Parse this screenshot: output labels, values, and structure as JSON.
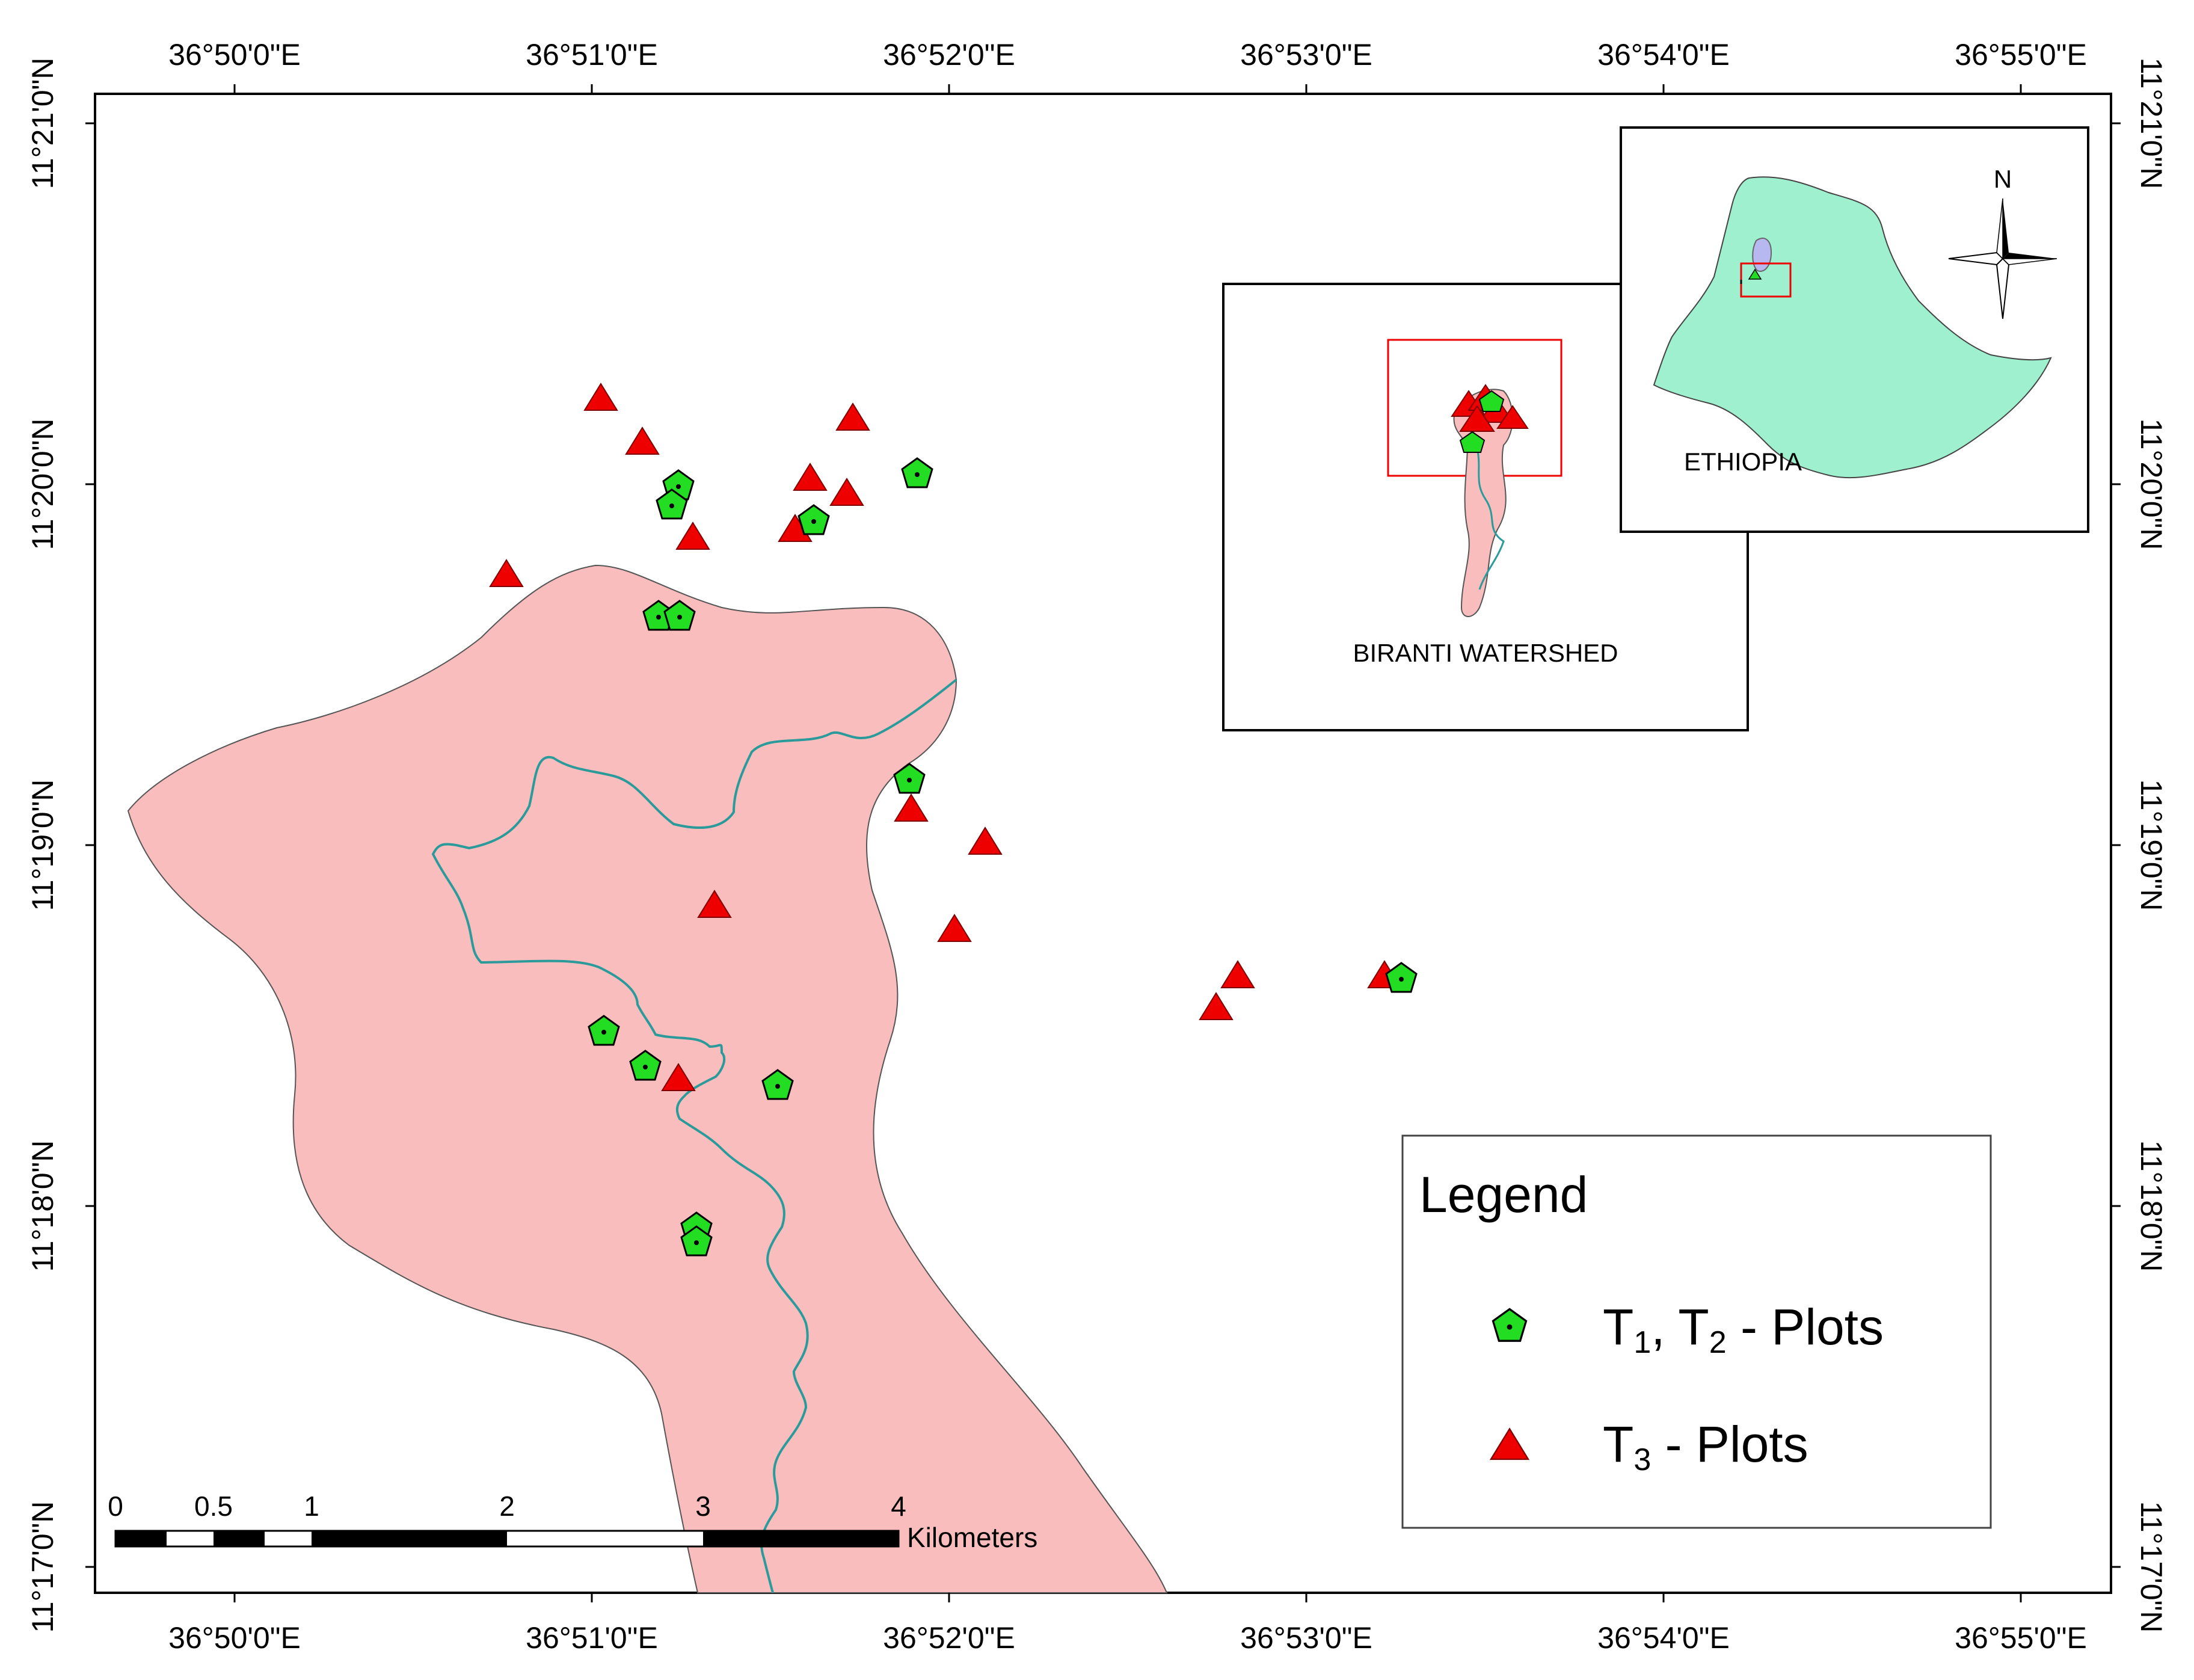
{
  "map": {
    "top_lon_labels": [
      "36°50'0\"E",
      "36°51'0\"E",
      "36°52'0\"E",
      "36°53'0\"E",
      "36°54'0\"E",
      "36°55'0\"E"
    ],
    "bottom_lon_labels": [
      "36°50'0\"E",
      "36°51'0\"E",
      "36°52'0\"E",
      "36°53'0\"E",
      "36°54'0\"E",
      "36°55'0\"E"
    ],
    "left_lat_labels": [
      "11°21'0\"N",
      "11°20'0\"N",
      "11°19'0\"N",
      "11°18'0\"N",
      "11°17'0\"N"
    ],
    "right_lat_labels": [
      "11°21'0\"N",
      "11°20'0\"N",
      "11°19'0\"N",
      "11°18'0\"N",
      "11°17'0\"N"
    ],
    "watershed_color": "#f9bdbd",
    "stream_color": "#2a9a9a"
  },
  "legend": {
    "title": "Legend",
    "items": [
      {
        "symbol": "green-pentagon",
        "color": "#22dd22",
        "base": "T",
        "sub": "1",
        "mid": ", T",
        "sub2": "2",
        "rest": " - Plots"
      },
      {
        "symbol": "red-triangle",
        "color": "#ee0000",
        "base": "T",
        "sub": "3",
        "rest": " - Plots"
      }
    ]
  },
  "inset": {
    "watershed_label": "BIRANTI WATERSHED",
    "country_label": "ETHIOPIA",
    "north_label": "N",
    "country_color": "#9ef0cf"
  },
  "scale_bar": {
    "labels": [
      "0",
      "0.5",
      "1",
      "2",
      "3",
      "4"
    ],
    "unit": "Kilometers"
  }
}
